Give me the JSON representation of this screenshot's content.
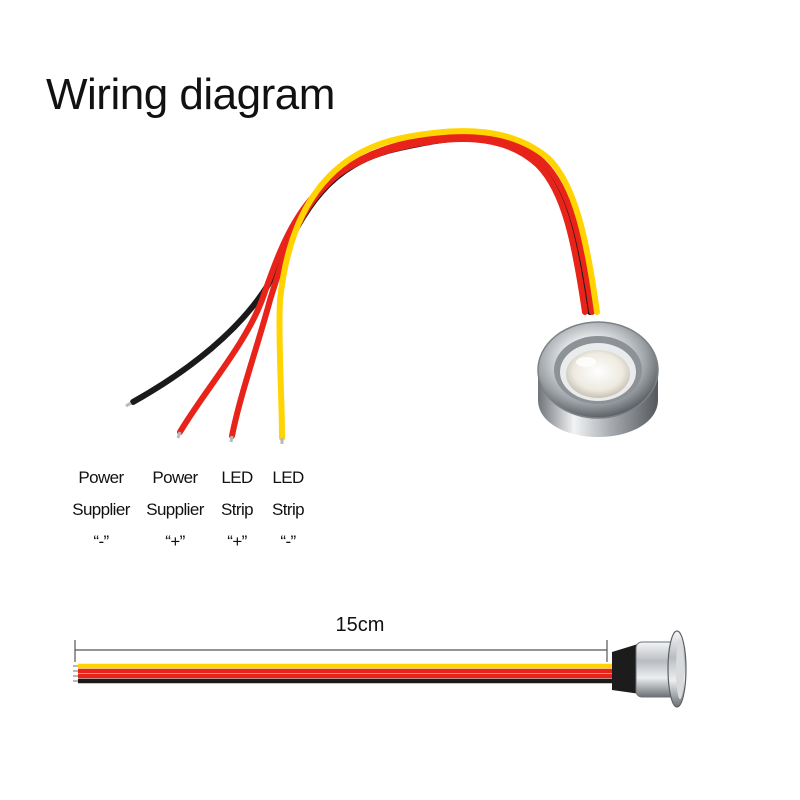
{
  "title": "Wiring diagram",
  "wires": [
    {
      "line1": "Power",
      "line2": "Supplier",
      "line3": "“-”",
      "color": "#1a1a1a"
    },
    {
      "line1": "Power",
      "line2": "Supplier",
      "line3": "“+”",
      "color": "#e8231a"
    },
    {
      "line1": "LED",
      "line2": "Strip",
      "line3": "“+”",
      "color": "#e8231a"
    },
    {
      "line1": "LED",
      "line2": "Strip",
      "line3": "“-”",
      "color": "#ffd400"
    }
  ],
  "measurement": {
    "label": "15cm"
  },
  "colors": {
    "black_wire": "#1a1a1a",
    "red_wire": "#e8231a",
    "yellow_wire": "#ffd400",
    "chrome": "#c9ccd0"
  }
}
